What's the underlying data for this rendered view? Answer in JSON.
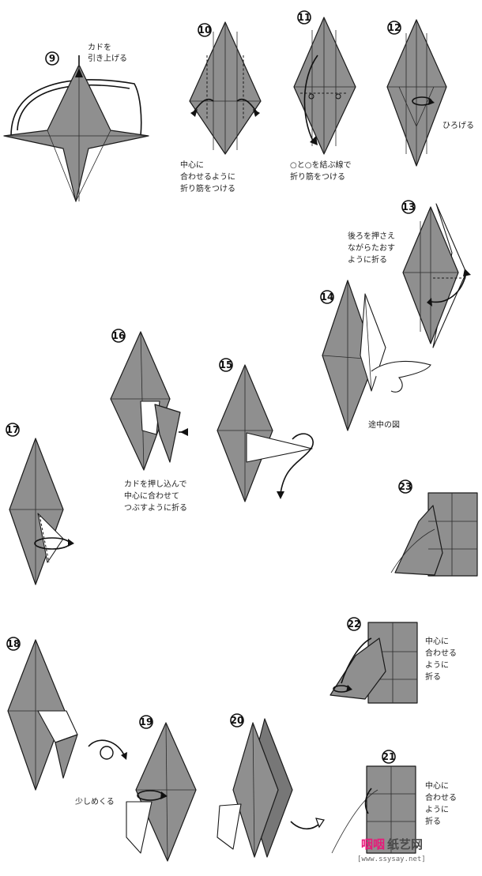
{
  "steps": [
    {
      "id": "9",
      "label": "⑨"
    },
    {
      "id": "10",
      "label": "⑩"
    },
    {
      "id": "11",
      "label": "⑪"
    },
    {
      "id": "12",
      "label": "⑫"
    },
    {
      "id": "13",
      "label": "⑬"
    },
    {
      "id": "14",
      "label": "⑭"
    },
    {
      "id": "15",
      "label": "⑮"
    },
    {
      "id": "16",
      "label": "⑯"
    },
    {
      "id": "17",
      "label": "⑰"
    },
    {
      "id": "18",
      "label": "⑱"
    },
    {
      "id": "19",
      "label": "⑲"
    },
    {
      "id": "20",
      "label": "⑳"
    },
    {
      "id": "21",
      "label": "㉑"
    },
    {
      "id": "22",
      "label": "㉒"
    },
    {
      "id": "23",
      "label": "㉓"
    }
  ],
  "notes": {
    "step9": [
      "カドを",
      "引き上げる"
    ],
    "step10": [
      "中心に",
      "合わせるように",
      "折り筋をつける"
    ],
    "step11": [
      "○と○を結ぶ線で",
      "折り筋をつける"
    ],
    "step12": [
      "ひろげる"
    ],
    "step13": [
      "後ろを押さえ",
      "ながらたおす",
      "ように折る"
    ],
    "step14": [
      "途中の図"
    ],
    "step16": [
      "カドを押し込んで",
      "中心に合わせて",
      "つぶすように折る"
    ],
    "step19": [
      "少しめくる"
    ],
    "step21": [
      "中心に",
      "合わせる",
      "ように",
      "折る"
    ],
    "step22": [
      "中心に",
      "合わせる",
      "ように",
      "折る"
    ]
  },
  "watermark": {
    "brand_a": "咽咽",
    "brand_b": "纸艺网",
    "url": "[www.ssysay.net]"
  },
  "colors": {
    "paper": "#8f8f8f",
    "line": "#1a1a1a",
    "brand": "#e8197a"
  }
}
